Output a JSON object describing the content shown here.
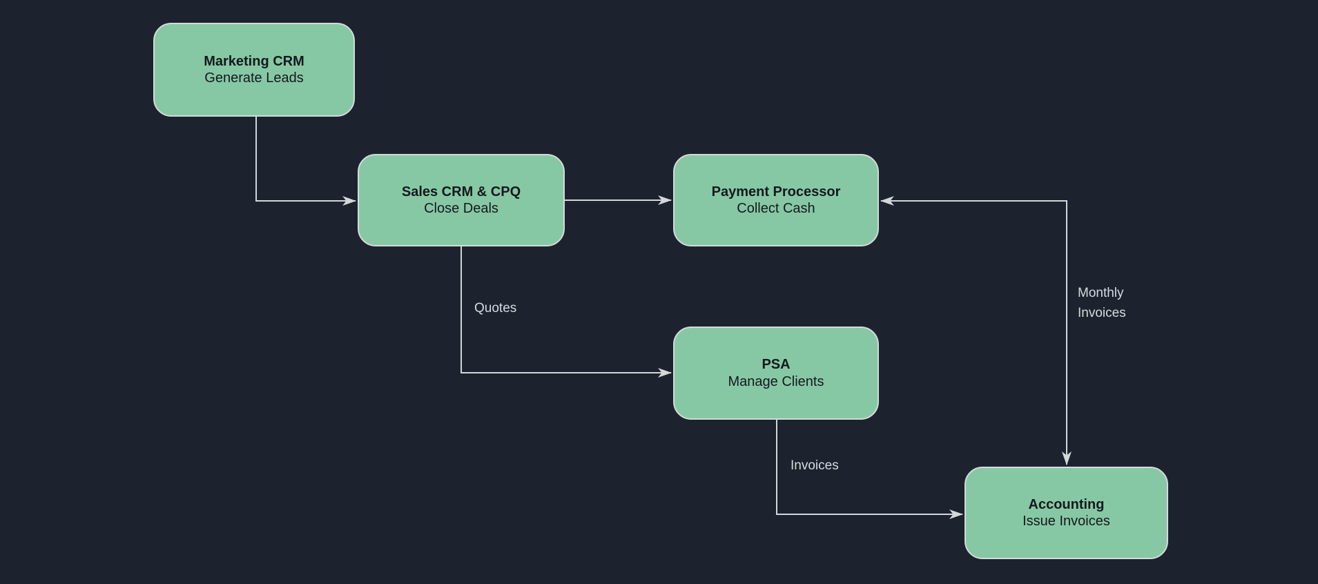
{
  "diagram": {
    "type": "flowchart",
    "direction": "left-to-right",
    "nodes": [
      {
        "id": "marketing_crm",
        "title": "Marketing CRM",
        "subtitle": "Generate Leads"
      },
      {
        "id": "sales_crm_cpq",
        "title": "Sales CRM & CPQ",
        "subtitle": "Close Deals"
      },
      {
        "id": "payment_processor",
        "title": "Payment Processor",
        "subtitle": "Collect Cash"
      },
      {
        "id": "psa",
        "title": "PSA",
        "subtitle": "Manage Clients"
      },
      {
        "id": "accounting",
        "title": "Accounting",
        "subtitle": "Issue Invoices"
      }
    ],
    "edges": [
      {
        "from": "marketing_crm",
        "to": "sales_crm_cpq",
        "label": "",
        "bidirectional": false
      },
      {
        "from": "sales_crm_cpq",
        "to": "payment_processor",
        "label": "",
        "bidirectional": false
      },
      {
        "from": "sales_crm_cpq",
        "to": "psa",
        "label": "Quotes",
        "bidirectional": false
      },
      {
        "from": "psa",
        "to": "accounting",
        "label": "Invoices",
        "bidirectional": false
      },
      {
        "from": "accounting",
        "to": "payment_processor",
        "label": "Monthly Invoices",
        "bidirectional": true
      }
    ]
  },
  "theme": {
    "background": "#1c222e",
    "node-fill": "#87c8a4",
    "node-border": "#d6dada",
    "node-text": "#14181d",
    "edge-color": "#d5d8da",
    "edge-label-color": "#d6dddc"
  }
}
